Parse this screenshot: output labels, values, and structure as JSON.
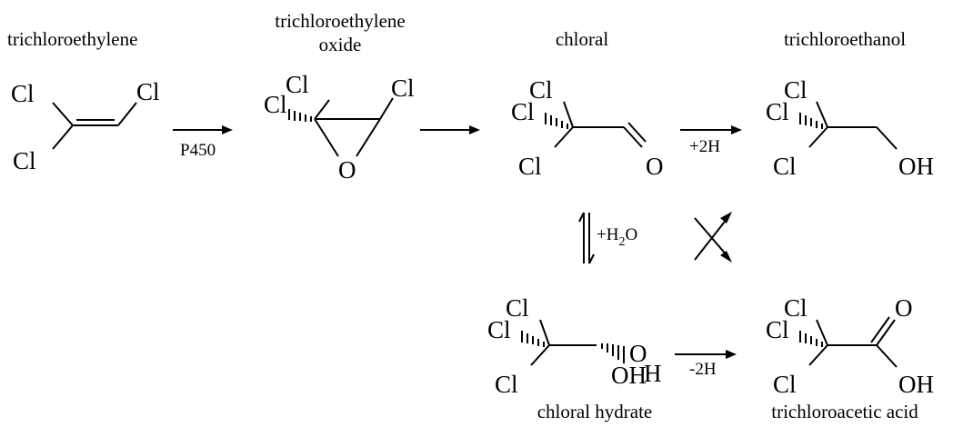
{
  "compounds": {
    "tce": "trichloroethylene",
    "tce_oxide_line1": "trichloroethylene",
    "tce_oxide_line2": "oxide",
    "chloral": "chloral",
    "tcoh": "trichloroethanol",
    "hydrate": "chloral hydrate",
    "tca": "trichloroacetic acid"
  },
  "atoms": {
    "cl": "Cl",
    "o": "O",
    "oh": "OH",
    "o_of_oh": "O",
    "h_of_oh": "H"
  },
  "reactions": {
    "p450": "P450",
    "plus_2h": "+2H",
    "minus_2h": "-2H",
    "hydration_prefix": "+H",
    "hydration_subscript": "2",
    "hydration_suffix": "O"
  }
}
